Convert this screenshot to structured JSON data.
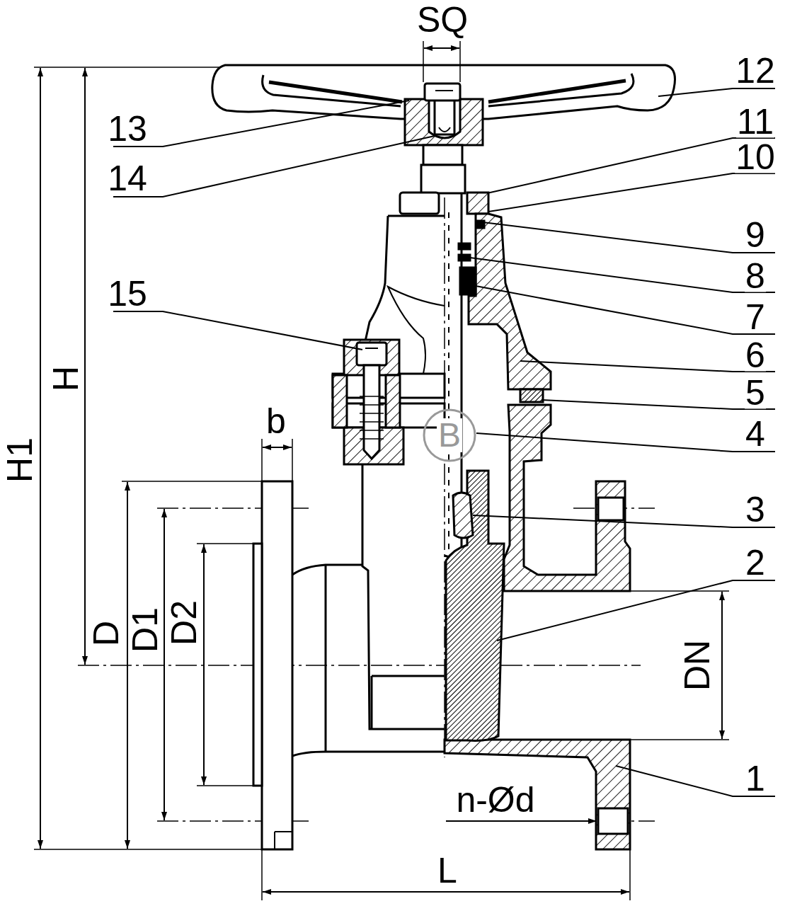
{
  "diagram": {
    "nodes": [
      {
        "text": [
          "B"
        ]
      }
    ],
    "labels": [
      "SQ",
      "12",
      "13",
      "11",
      "10",
      "14",
      "9",
      "8",
      "7",
      "15",
      "6",
      "5",
      "4",
      "H",
      "H1",
      "b",
      "3",
      "2",
      "D",
      "D1",
      "D2",
      "DN",
      "1",
      "n-Ød",
      "L"
    ]
  }
}
